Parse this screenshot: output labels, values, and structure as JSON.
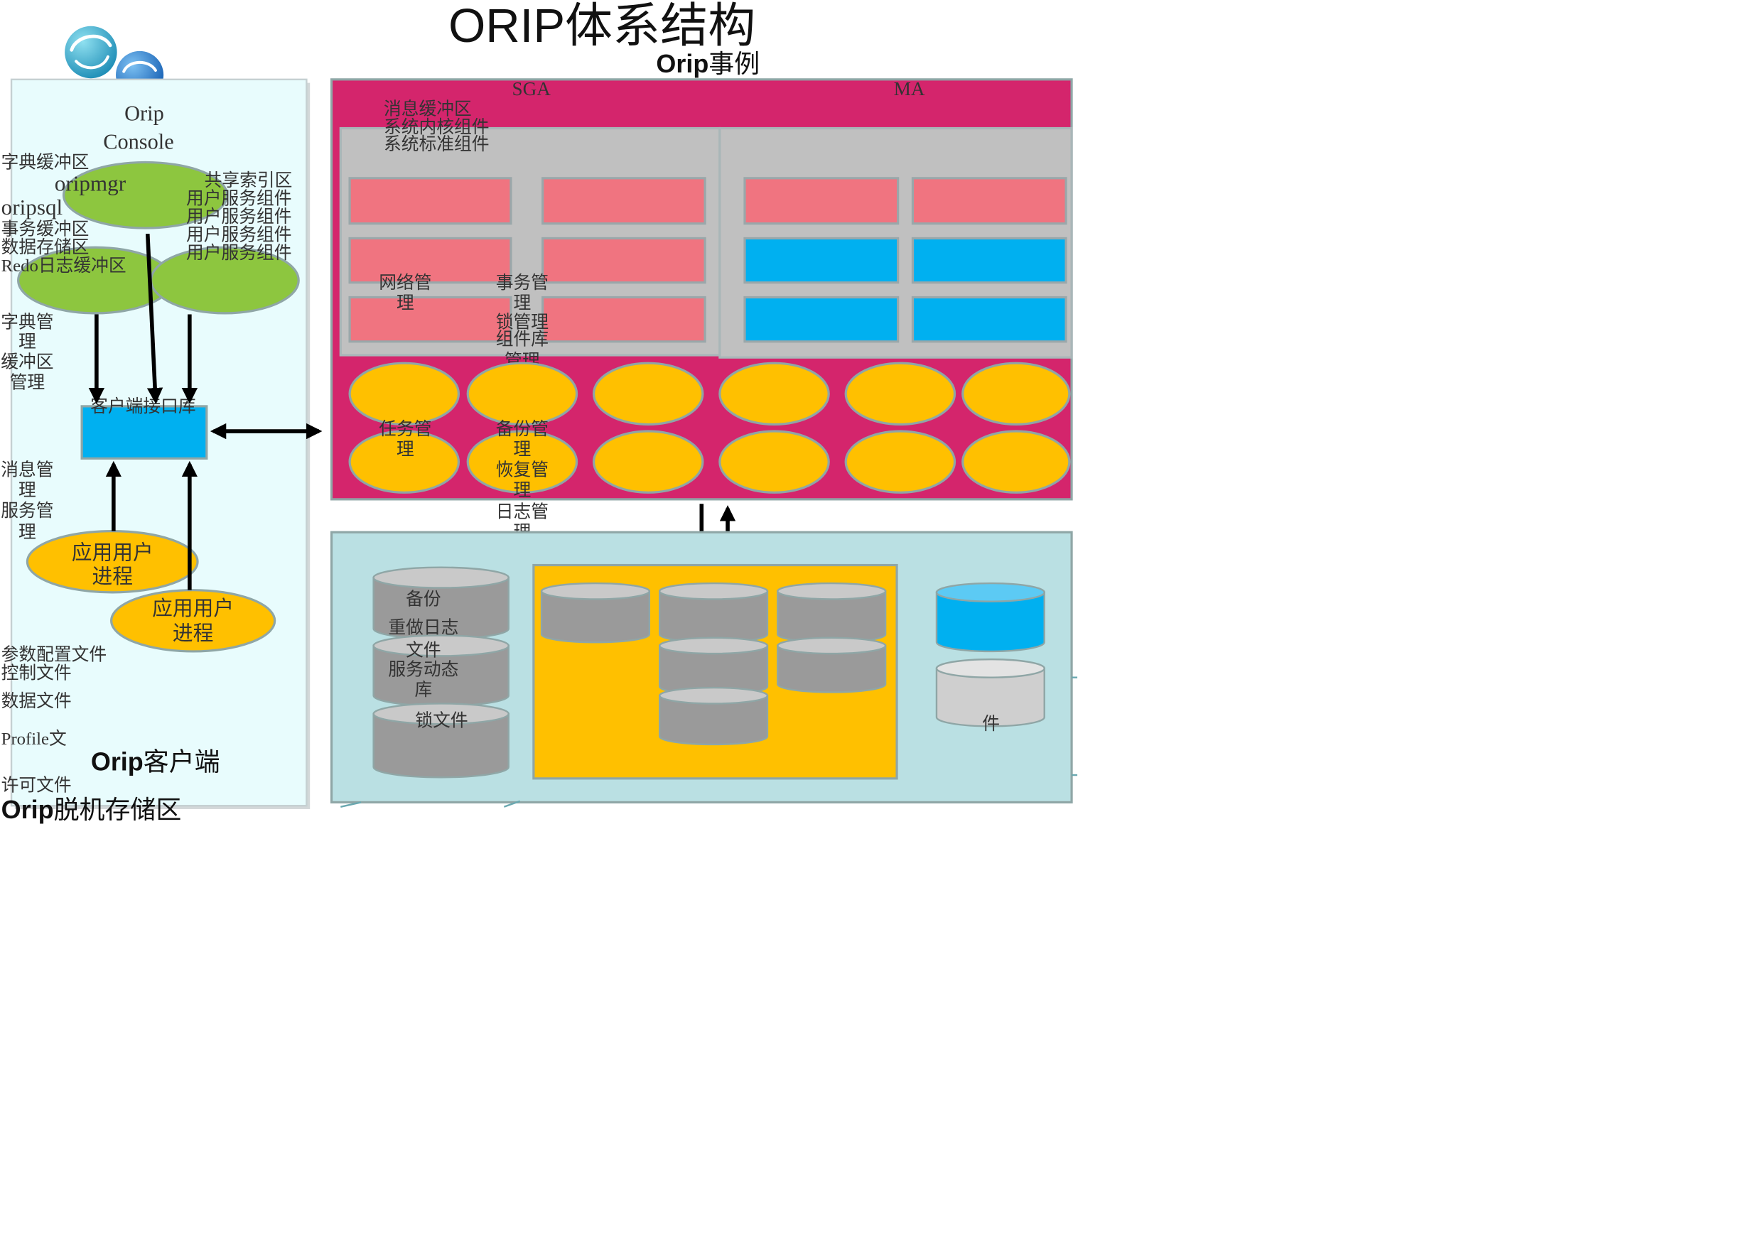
{
  "title": "ORIP体系结构",
  "instance": {
    "name_bold": "Orip",
    "name_rest": "事例",
    "sga": "SGA",
    "ma": "MA"
  },
  "client": {
    "console": [
      "Orip",
      "Console"
    ],
    "oripmgr": "oripmgr",
    "oripsql": "oripsql",
    "interface_lib": "客户端接口库",
    "user_process_a": [
      "应用用户",
      "进程"
    ],
    "user_process_b": [
      "应用用户",
      "进程"
    ],
    "label_bold": "Orip",
    "label_rest": "客户端"
  },
  "offline_storage": {
    "label_bold": "Orip",
    "label_rest": "脱机存储区"
  },
  "memory_areas": {
    "dict_buffer": "字典缓冲区",
    "shared_index": "共享索引区",
    "txn_buffer": "事务缓冲区",
    "data_store": "数据存储区",
    "redo_buffer": "Redo日志缓冲区",
    "msg_buffer": "消息缓冲区"
  },
  "components": {
    "kernel": "系统内核组件",
    "standard": "系统标准组件",
    "user_service": [
      "用户服务组件",
      "用户服务组件",
      "用户服务组件",
      "用户服务组件"
    ]
  },
  "managers": {
    "dict": [
      "字典管",
      "理"
    ],
    "buffer": [
      "缓冲区",
      "管理"
    ],
    "message": [
      "消息管",
      "理"
    ],
    "service": [
      "服务管",
      "理"
    ],
    "network": [
      "网络管",
      "理"
    ],
    "transaction": [
      "事务管",
      "理"
    ],
    "lock": [
      "锁管理"
    ],
    "component_lib": [
      "组件库",
      "管理"
    ],
    "task": [
      "任务管",
      "理"
    ],
    "backup": [
      "备份管",
      "理"
    ],
    "recovery": [
      "恢复管",
      "理"
    ],
    "log": [
      "日志管",
      "理"
    ]
  },
  "files": {
    "param_config": "参数配置文件",
    "control": "控制文件",
    "data": "数据文件",
    "profile": "Profile文",
    "license": "许可文件",
    "backup": "备份",
    "redo_log": [
      "重做日志",
      "文件"
    ],
    "service_lib": [
      "服务动态",
      "库"
    ],
    "lock": "锁文件",
    "tail": "件"
  },
  "icons": {
    "logo": "bubble-logo-icon"
  },
  "colors": {
    "title_text": "#111111",
    "label_text": "#333333",
    "client_panel": "#e8fcfd",
    "process_ellipse": "#8dc63f",
    "interface_lib": "#00b0f0",
    "user_process": "#ffc000",
    "instance_area": "#d4256c",
    "component_panel": "#c0c0c0",
    "sga_block": "#f07480",
    "ma_block": "#00b0f0",
    "manager_ellipse": "#ffc000",
    "storage_area": "#bae0e3",
    "datafile_area": "#ffc000",
    "file_cylinder": "#9a9a9a",
    "outline": "#8fa6a6"
  }
}
